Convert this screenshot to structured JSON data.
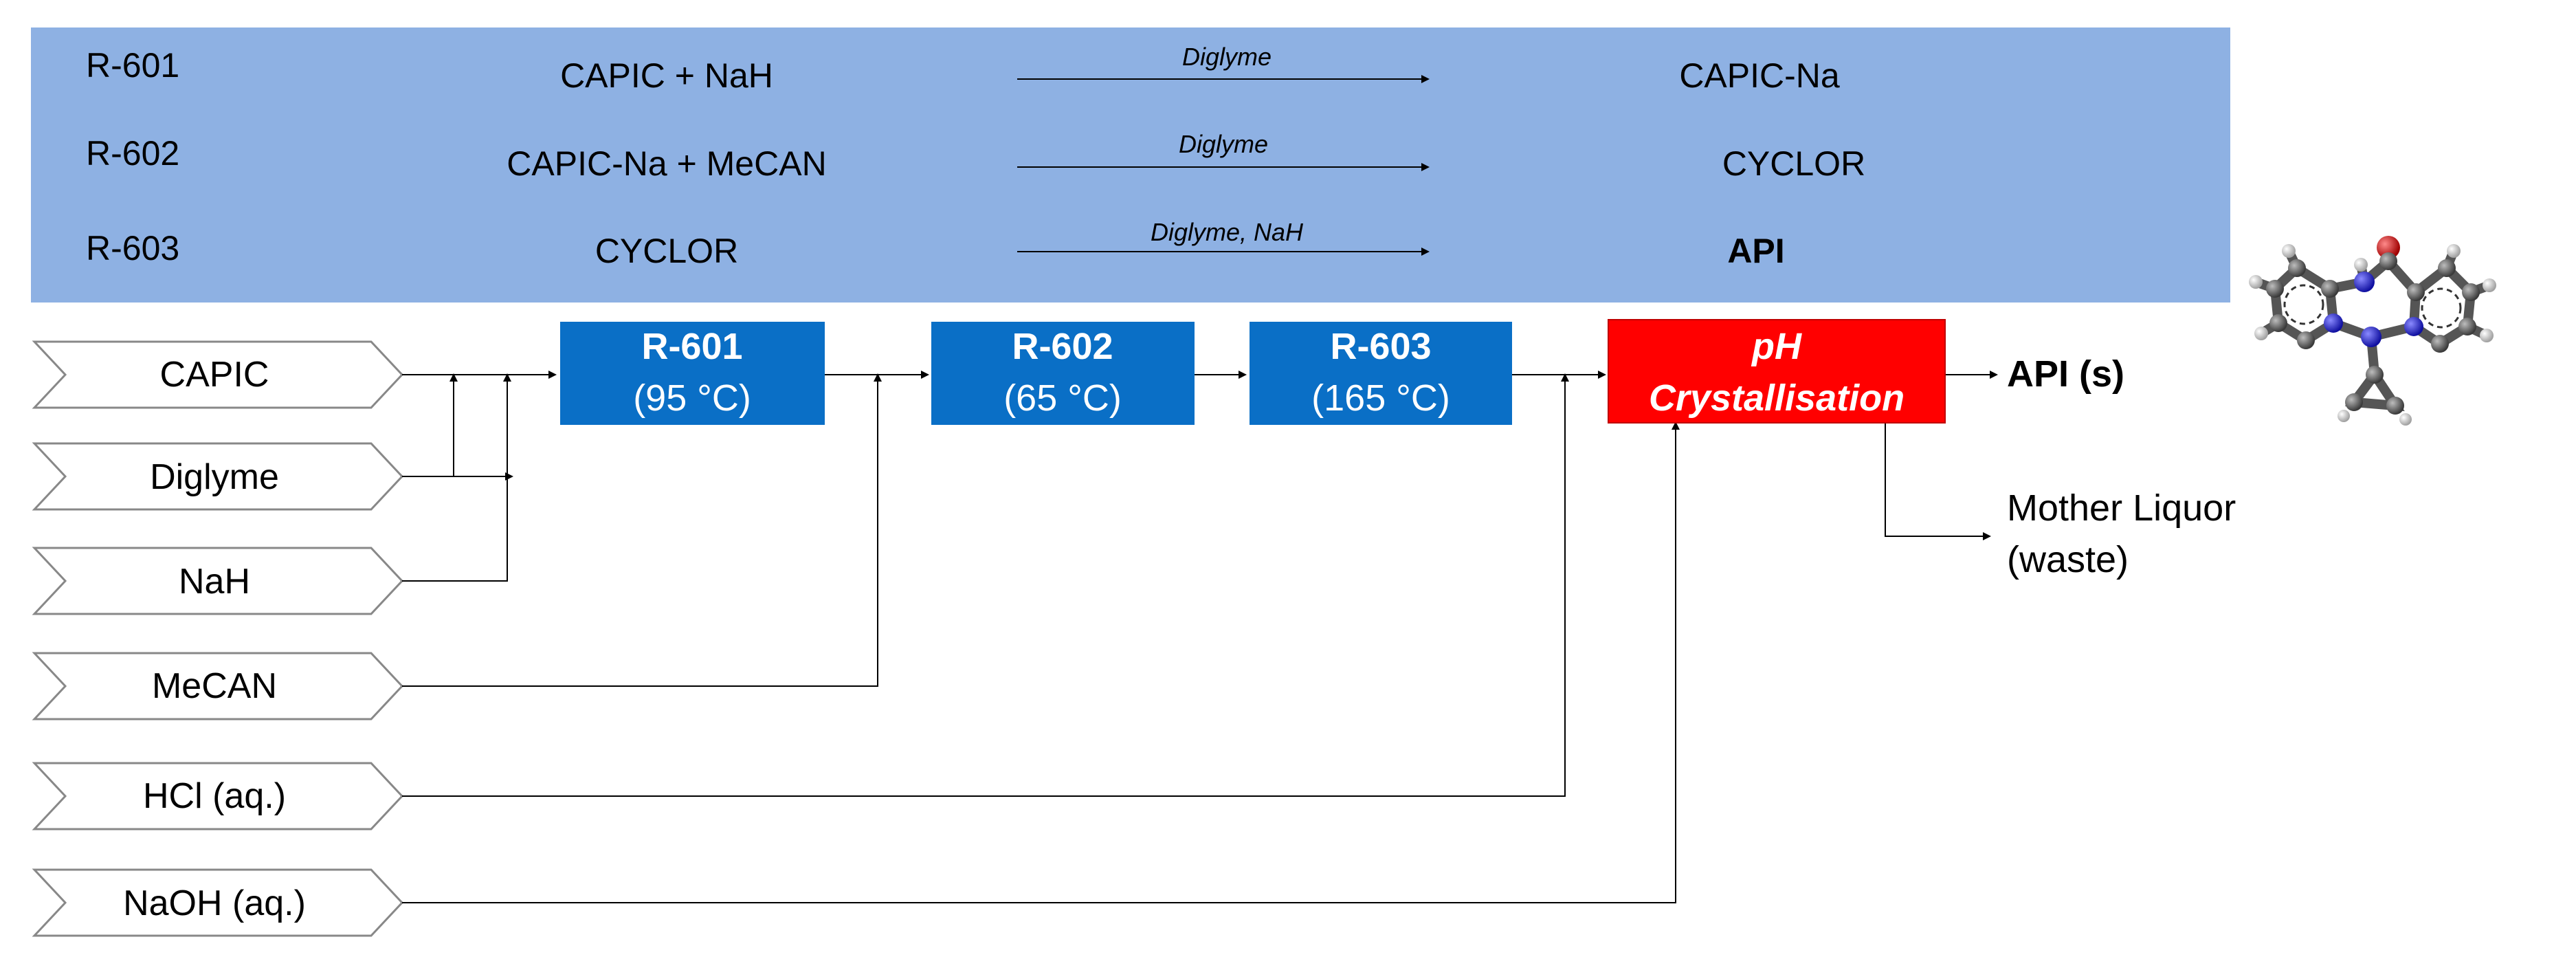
{
  "reactions": [
    {
      "id": "R-601",
      "reactants": "CAPIC + NaH",
      "conditions": "Diglyme",
      "product": "CAPIC-Na",
      "product_bold": false
    },
    {
      "id": "R-602",
      "reactants": "CAPIC-Na + MeCAN",
      "conditions": "Diglyme",
      "product": "CYCLOR",
      "product_bold": false
    },
    {
      "id": "R-603",
      "reactants": "CYCLOR",
      "conditions": "Diglyme, NaH",
      "product": "API",
      "product_bold": true
    }
  ],
  "feeds": [
    "CAPIC",
    "Diglyme",
    "NaH",
    "MeCAN",
    "HCl (aq.)",
    "NaOH (aq.)"
  ],
  "units": [
    {
      "name": "R-601",
      "temp": "(95 °C)"
    },
    {
      "name": "R-602",
      "temp": "(65 °C)"
    },
    {
      "name": "R-603",
      "temp": "(165 °C)"
    }
  ],
  "crystallizer": {
    "line1": "pH",
    "line2": "Crystallisation"
  },
  "outputs": {
    "product": "API (s)",
    "waste_line1": "Mother Liquor",
    "waste_line2": "(waste)"
  },
  "colors": {
    "banner": "#8eb1e3",
    "reactor": "#0a6fc6",
    "crystallizer": "#ff0000",
    "line": "#000000",
    "atom_carbon": "#6b6b6b",
    "atom_nitrogen": "#2a2ad8",
    "atom_oxygen": "#d81818",
    "atom_hydrogen": "#e6e6e6"
  },
  "molecule_icon": "molecule-3d-icon"
}
